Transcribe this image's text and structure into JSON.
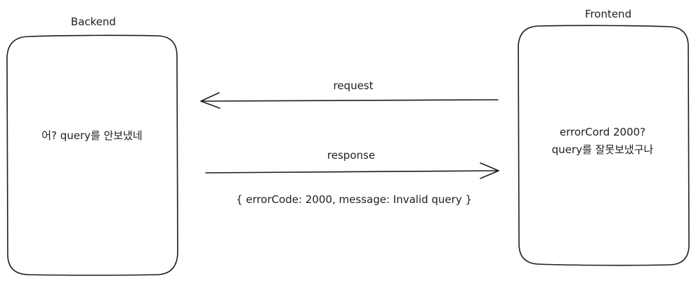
{
  "backend": {
    "title": "Backend",
    "message": "어? query를 안보냈네"
  },
  "frontend": {
    "title": "Frontend",
    "message_line1": "errorCord 2000?",
    "message_line2": "query를 잘못보냈구나"
  },
  "arrows": {
    "request_label": "request",
    "response_label": "response",
    "response_body": "{ errorCode: 2000, message: Invalid query }"
  },
  "colors": {
    "stroke": "#1e1e1e",
    "background": "#ffffff"
  }
}
